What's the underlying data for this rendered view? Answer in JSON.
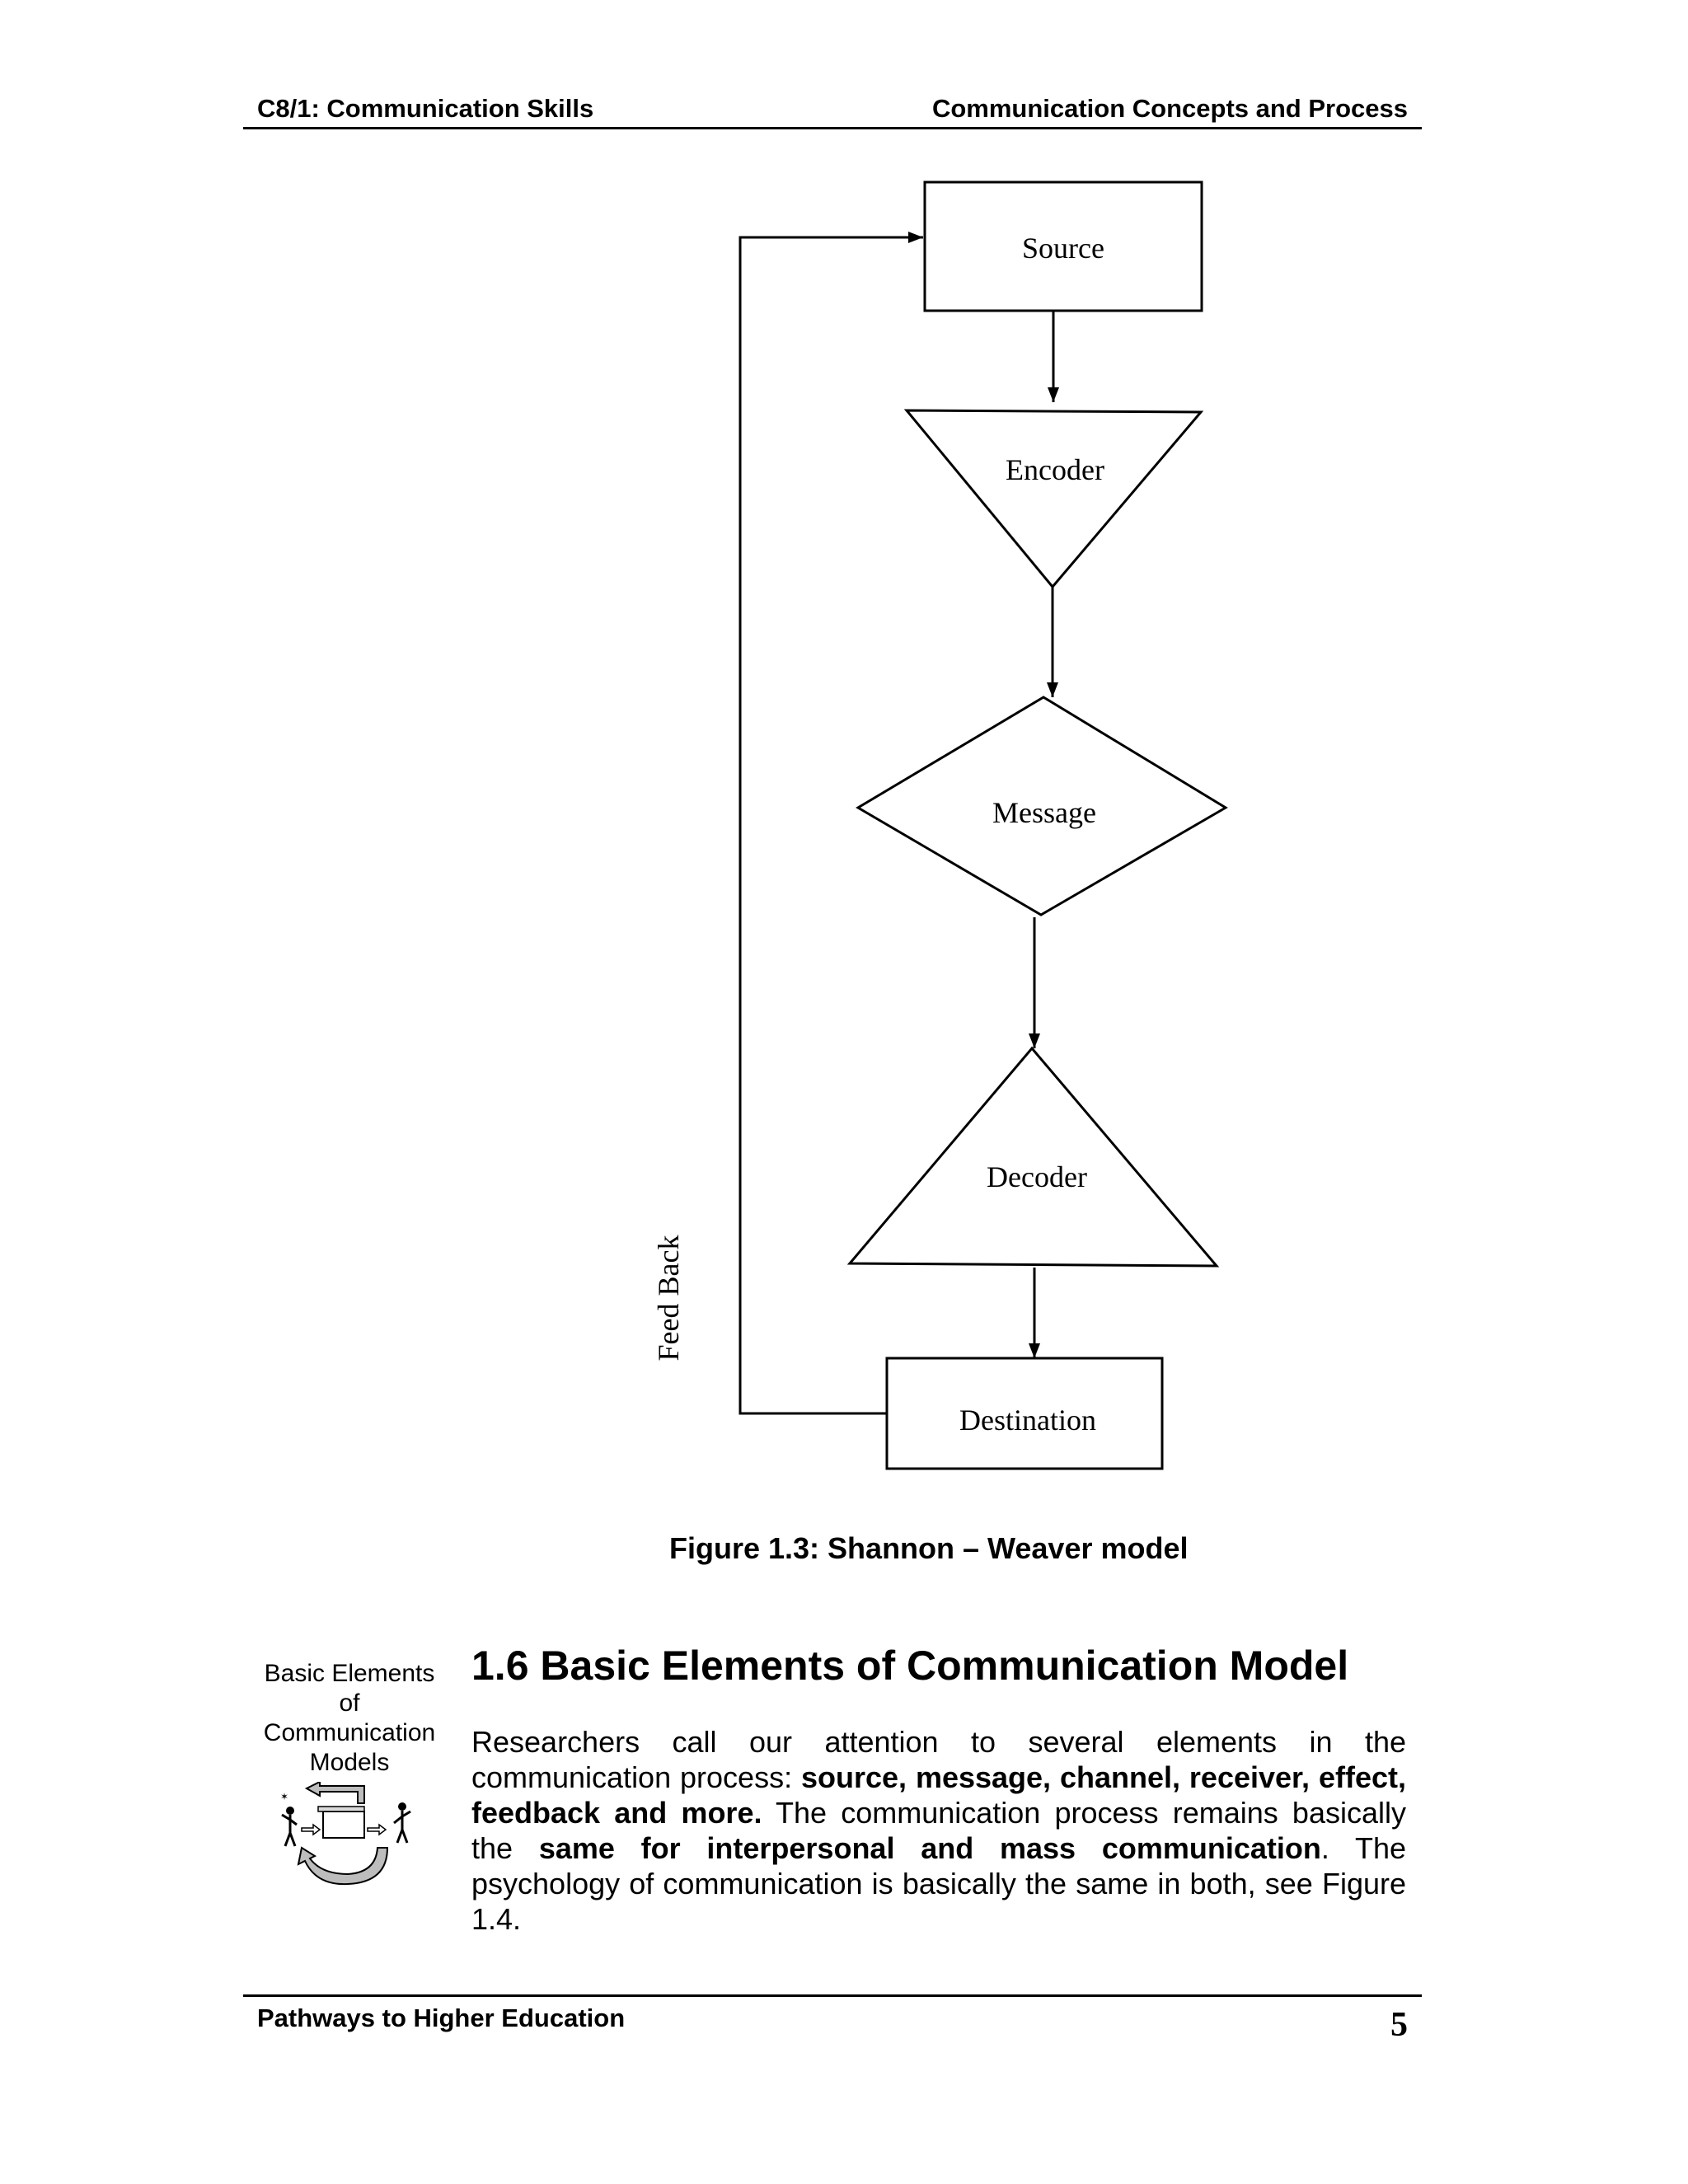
{
  "header": {
    "left": "C8/1: Communication Skills",
    "right": "Communication Concepts and Process"
  },
  "diagram": {
    "nodes": {
      "source": "Source",
      "encoder": "Encoder",
      "message": "Message",
      "decoder": "Decoder",
      "destination": "Destination"
    },
    "feedback_label": "Feed Back"
  },
  "figure_caption": "Figure 1.3: Shannon – Weaver model",
  "margin_note": {
    "line1": "Basic Elements",
    "line2": "of",
    "line3": "Communication",
    "line4": "Models"
  },
  "section": {
    "title": "1.6 Basic Elements of Communication Model",
    "p_part1": "Researchers call our attention to several elements in the communication process: ",
    "p_bold1": "source, message, channel, receiver, effect, feedback and more.",
    "p_part2": "  The communication process remains basically the ",
    "p_bold2": "same for interpersonal and mass communication",
    "p_part3": ". The psychology of communication is basically the same in both, see Figure 1.4."
  },
  "footer": {
    "left": "Pathways to Higher Education",
    "page_number": "5"
  }
}
